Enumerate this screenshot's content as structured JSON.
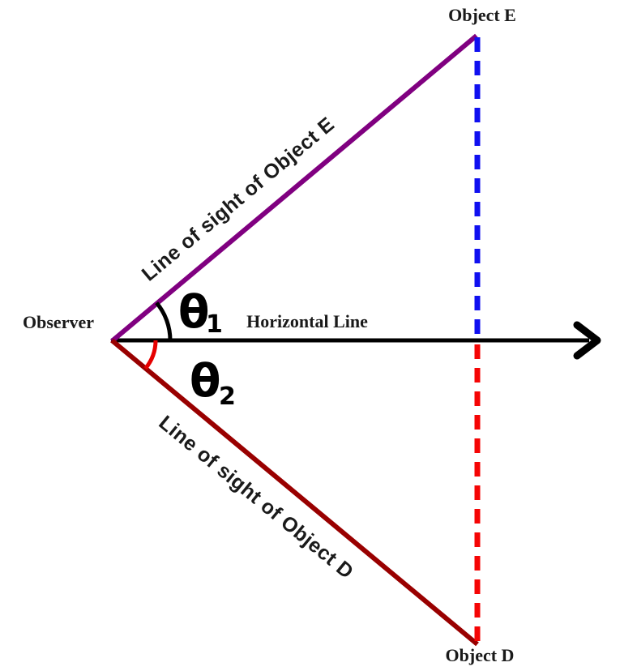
{
  "diagram": {
    "observer_label": "Observer",
    "horizontal_label": "Horizontal Line",
    "object_e_label": "Object E",
    "object_d_label": "Object D",
    "sight_e_label": "Line of sight of Object E",
    "sight_d_label": "Line of sight of Object D",
    "theta_symbol": "θ",
    "theta1_sub": "1",
    "theta2_sub": "2",
    "colors": {
      "sight_e": "#800080",
      "sight_d": "#990000",
      "dash_e": "#1010F0",
      "dash_d": "#F50505",
      "horizontal": "#000000",
      "arc1": "#000000",
      "arc2": "#E60000"
    }
  }
}
